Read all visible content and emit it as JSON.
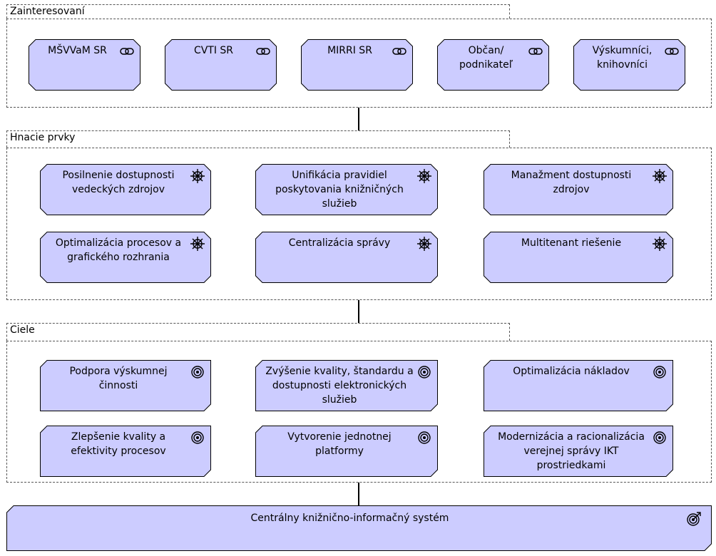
{
  "groups": {
    "stakeholders": {
      "title": "Zainteresovaní",
      "items": [
        "MŠVVaM SR",
        "CVTI SR",
        "MIRRI SR",
        "Občan/\npodnikateľ",
        "Výskumníci,\nknihovníci"
      ]
    },
    "drivers": {
      "title": "Hnacie prvky",
      "items": [
        "Posilnenie dostupnosti vedeckých zdrojov",
        "Unifikácia pravidiel poskytovania knižničných služieb",
        "Manažment dostupnosti zdrojov",
        "Optimalizácia procesov a grafického rozhrania",
        "Centralizácia správy",
        "Multitenant riešenie"
      ]
    },
    "goals": {
      "title": "Ciele",
      "items": [
        "Podpora výskumnej činnosti",
        "Zvýšenie kvality, štandardu a dostupnosti elektronických služieb",
        "Optimalizácia nákladov",
        "Zlepšenie kvality a efektivity procesov",
        "Vytvorenie jednotnej platformy",
        "Modernizácia a racionalizácia verejnej správy IKT prostriedkami"
      ]
    }
  },
  "outcome": {
    "label": "Centrálny knižnično-informačný systém"
  },
  "colors": {
    "node_fill": "#ccccff",
    "border": "#000000",
    "dashed": "#555555"
  },
  "icons": {
    "stakeholder": "stakeholder-icon",
    "driver": "driver-wheel-icon",
    "goal": "goal-target-icon",
    "outcome": "outcome-target-arrow-icon"
  }
}
